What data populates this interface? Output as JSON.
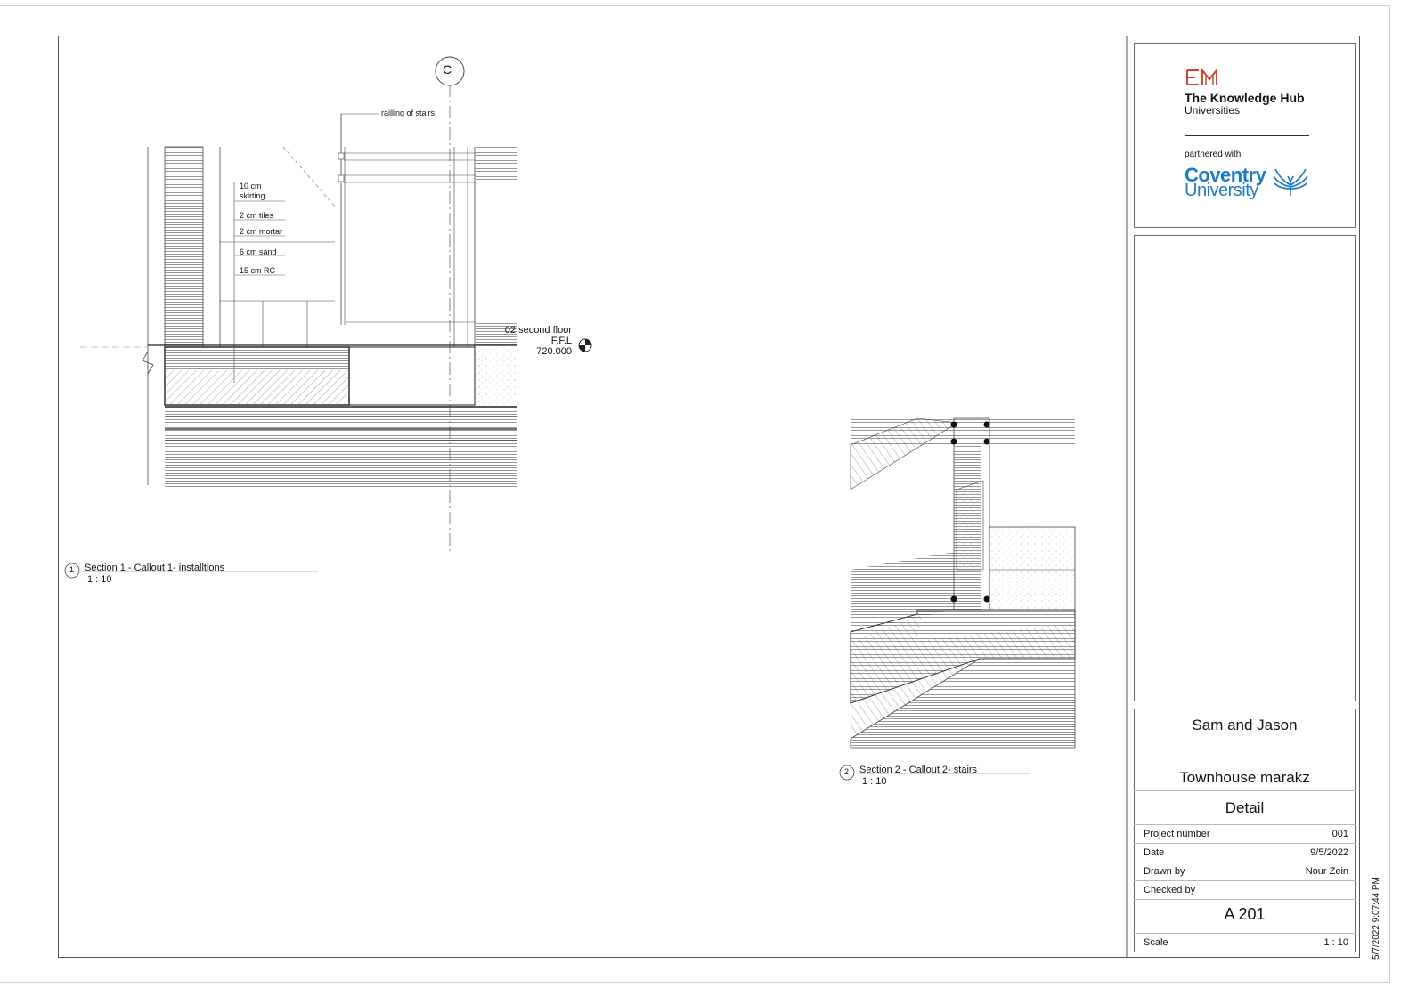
{
  "grid": {
    "label": "C"
  },
  "section1": {
    "annotations": {
      "railing": "railling of stairs",
      "skirting": "10 cm\nskirting",
      "tiles": "2 cm tiles",
      "mortar": "2 cm  mortar",
      "sand": "6 cm sand",
      "rc": "15 cm RC"
    },
    "level": {
      "name": "02 second floor",
      "ffl": "F.F.L",
      "elevation": "720.000"
    },
    "callout": {
      "number": "1",
      "title": "Section 1 - Callout 1- installtions",
      "scale": "1 : 10"
    }
  },
  "section2": {
    "callout": {
      "number": "2",
      "title": "Section 2 - Callout 2- stairs",
      "scale": "1 : 10"
    }
  },
  "title_block": {
    "logo1_line1": "The Knowledge Hub",
    "logo1_line2": "Universities",
    "partnered": "partnered with",
    "logo2_line1": "Coventry",
    "logo2_line2": "University",
    "client": "Sam and Jason",
    "project": "Townhouse marakz",
    "sheet_name": "Detail",
    "rows": [
      {
        "key": "Project number",
        "value": "001"
      },
      {
        "key": "Date",
        "value": "9/5/2022"
      },
      {
        "key": "Drawn by",
        "value": "Nour Zein"
      },
      {
        "key": "Checked by",
        "value": ""
      }
    ],
    "sheet_number": "A 201",
    "scale_label": "Scale",
    "scale_value": "1 : 10",
    "print_stamp": "5/7/2022 9:07:44 PM"
  },
  "colors": {
    "knowledge_hub_red": "#d4432b",
    "coventry_blue": "#1f7ac4"
  }
}
